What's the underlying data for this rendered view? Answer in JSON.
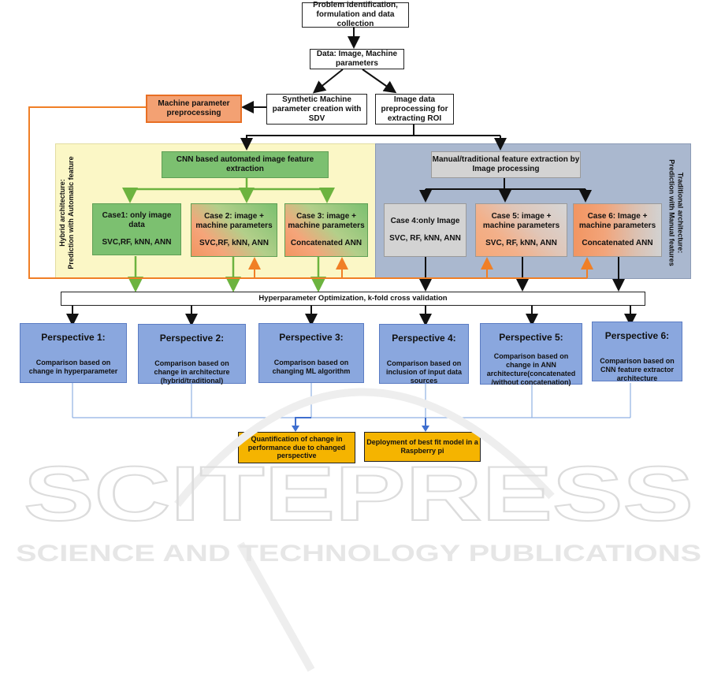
{
  "flow": {
    "problem": "Problem identification, formulation and data collection",
    "data": "Data: Image, Machine parameters",
    "machine_preproc": "Machine parameter preprocessing",
    "synthetic": "Synthetic Machine parameter creation with SDV",
    "image_preproc": "Image data preprocessing for extracting ROI",
    "cnn": "CNN based automated image feature extraction",
    "manual": "Manual/traditional feature extraction by Image processing",
    "hyper": "Hyperparameter Optimization, k-fold cross validation"
  },
  "hybrid_label": [
    "Hybrid architecture:",
    "Prediction with Automatic feature"
  ],
  "traditional_label": [
    "Traditional architecture:",
    "Prediction with Manual features"
  ],
  "cases": [
    {
      "title": "Case1: only image data",
      "algos": "SVC,RF, kNN, ANN"
    },
    {
      "title": "Case 2: image + machine parameters",
      "algos": "SVC,RF, kNN, ANN"
    },
    {
      "title": "Case 3: image + machine parameters",
      "algos": "Concatenated ANN"
    },
    {
      "title": "Case 4:only Image",
      "algos": "SVC, RF, kNN, ANN"
    },
    {
      "title": "Case 5: image + machine parameters",
      "algos": "SVC, RF, kNN, ANN"
    },
    {
      "title": "Case 6: Image + machine parameters",
      "algos": "Concatenated ANN"
    }
  ],
  "perspectives": [
    {
      "title": "Perspective 1:",
      "desc": "Comparison based on change in hyperparameter"
    },
    {
      "title": "Perspective 2:",
      "desc": "Comparison based on change in architecture (hybrid/traditional)"
    },
    {
      "title": "Perspective 3:",
      "desc": "Comparison based on changing ML algorithm"
    },
    {
      "title": "Perspective 4:",
      "desc": "Comparison based on inclusion of input data sources"
    },
    {
      "title": "Perspective 5:",
      "desc": "Comparison based on change in ANN architecture(concatenated /without concatenation)"
    },
    {
      "title": "Perspective 6:",
      "desc": "Comparison based on CNN feature extractor architecture"
    }
  ],
  "outcomes": {
    "quantification": "Quantification of change in performance due to changed perspective",
    "deployment": "Deployment of best fit model in a Raspberry pi"
  },
  "watermark": {
    "main": "SCITEPRESS",
    "sub": "SCIENCE AND TECHNOLOGY PUBLICATIONS"
  },
  "colors": {
    "hybrid_bg": "#fbf7c6",
    "traditional_bg": "#aab8cf",
    "green_arrow": "#6cb33f",
    "orange_arrow": "#f07f26",
    "blue_line": "#8fb1e3"
  }
}
